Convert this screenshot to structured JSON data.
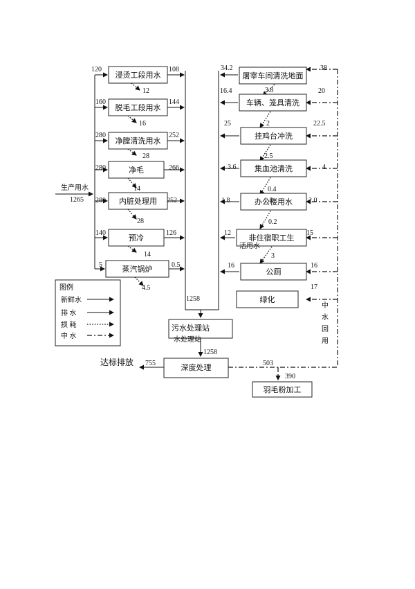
{
  "inflow": {
    "label": "生产用水",
    "value": "1265"
  },
  "left_processes": [
    {
      "label": "浸烫工段用水",
      "in": "120",
      "out": "108",
      "loss": "12"
    },
    {
      "label": "脱毛工段用水",
      "in": "160",
      "out": "144",
      "loss": "16"
    },
    {
      "label": "净膛清洗用水",
      "in": "280",
      "out": "252",
      "loss": "28"
    },
    {
      "label": "净毛",
      "in": "280",
      "out": "266",
      "loss": "14"
    },
    {
      "label": "内脏处理用",
      "in": "280",
      "out": "252",
      "loss": "28"
    },
    {
      "label": "预冷",
      "in": "140",
      "out": "126",
      "loss": "14"
    },
    {
      "label": "蒸汽锅炉",
      "in": "5",
      "out": "0.5",
      "loss": "4.5"
    }
  ],
  "right_processes": [
    {
      "label": "屠宰车间清洗地面",
      "out": "34.2",
      "in": "38",
      "loss": "3.8"
    },
    {
      "label": "车辆、笼具清洗",
      "out": "16.4",
      "in": "20",
      "loss": "2"
    },
    {
      "label": "挂鸡台冲洗",
      "out": "25",
      "in": "22.5",
      "loss": "2.5"
    },
    {
      "label": "集血池清洗",
      "out": "3.6",
      "in": "4",
      "loss": "0.4"
    },
    {
      "label": "办公楼用水",
      "out": "1.8",
      "in": "2.0",
      "overlap_value": "1.8",
      "loss": "0.2"
    },
    {
      "label": "非住宿职工生",
      "label_line2": "活用水",
      "out": "12",
      "in": "15",
      "loss": "3"
    },
    {
      "label": "公厕",
      "out": "16",
      "in": "16"
    },
    {
      "label": "绿化",
      "in": "17"
    }
  ],
  "reclaim": {
    "vertical_label": [
      "中",
      "水",
      "回",
      "用"
    ]
  },
  "treatment": {
    "total_drain": "1258",
    "station_label": "污水处理站",
    "station_label_overlap": "水处理站",
    "to_deep": "1258",
    "deep_label": "深度处理",
    "discharge_label": "达标排放",
    "discharge_value": "755",
    "reuse_value": "503",
    "feather_value": "390",
    "feather_label": "羽毛粉加工"
  },
  "legend": {
    "title": "图例",
    "items": [
      {
        "label": "新鲜水"
      },
      {
        "label": "排  水"
      },
      {
        "label": "损  耗"
      },
      {
        "label": "中  水"
      }
    ]
  }
}
